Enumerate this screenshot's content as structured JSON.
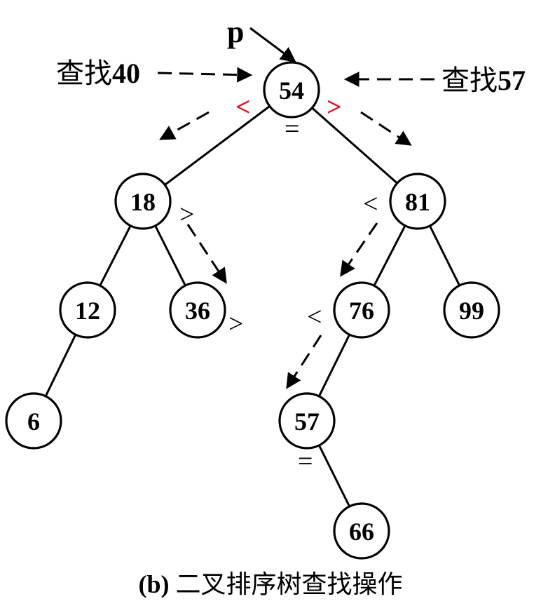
{
  "pointer": {
    "label": "p"
  },
  "searches": [
    {
      "id": "search-40",
      "prefix": "查找",
      "value": "40"
    },
    {
      "id": "search-57",
      "prefix": "查找",
      "value": "57"
    }
  ],
  "nodes": [
    {
      "id": "n54",
      "label": "54"
    },
    {
      "id": "n18",
      "label": "18"
    },
    {
      "id": "n81",
      "label": "81"
    },
    {
      "id": "n12",
      "label": "12"
    },
    {
      "id": "n36",
      "label": "36"
    },
    {
      "id": "n76",
      "label": "76"
    },
    {
      "id": "n99",
      "label": "99"
    },
    {
      "id": "n6",
      "label": "6"
    },
    {
      "id": "n57",
      "label": "57"
    },
    {
      "id": "n66",
      "label": "66"
    }
  ],
  "edges": [
    {
      "from": "n54",
      "to": "n18"
    },
    {
      "from": "n54",
      "to": "n81"
    },
    {
      "from": "n18",
      "to": "n12"
    },
    {
      "from": "n18",
      "to": "n36"
    },
    {
      "from": "n81",
      "to": "n76"
    },
    {
      "from": "n81",
      "to": "n99"
    },
    {
      "from": "n12",
      "to": "n6"
    },
    {
      "from": "n76",
      "to": "n57"
    },
    {
      "from": "n57",
      "to": "n66"
    }
  ],
  "comparisons": {
    "root_less": "<",
    "root_greater": ">",
    "root_equal": "=",
    "n18_greater": ">",
    "n36_greater": ">",
    "n81_less": "<",
    "n76_less": "<",
    "n57_equal": "="
  },
  "colors": {
    "highlight": "#d6141b",
    "stroke": "#000000"
  },
  "caption": {
    "tag": "(b)",
    "text": " 二叉排序树查找操作"
  }
}
